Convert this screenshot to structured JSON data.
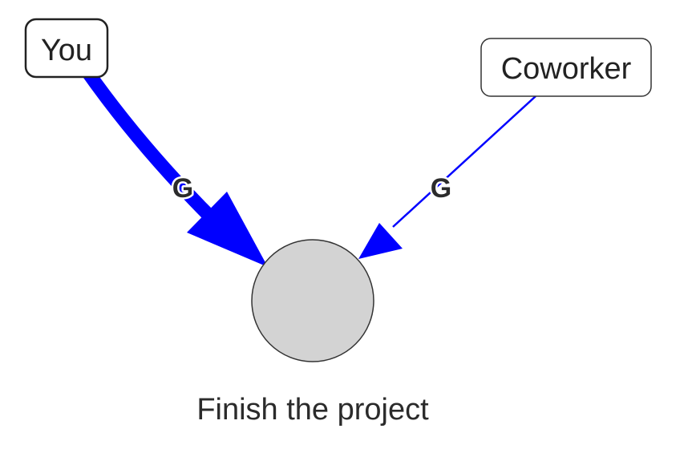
{
  "nodes": {
    "you": {
      "label": "You"
    },
    "coworker": {
      "label": "Coworker"
    },
    "goal": {
      "label": "Finish the project"
    }
  },
  "edges": [
    {
      "from": "You",
      "to": "Finish the project",
      "label": "G",
      "weight": "strong"
    },
    {
      "from": "Coworker",
      "to": "Finish the project",
      "label": "G",
      "weight": "weak"
    }
  ],
  "colors": {
    "edge": "#0000ff",
    "goal_fill": "#d3d3d3",
    "node_stroke": "#222222",
    "text": "#222222"
  }
}
